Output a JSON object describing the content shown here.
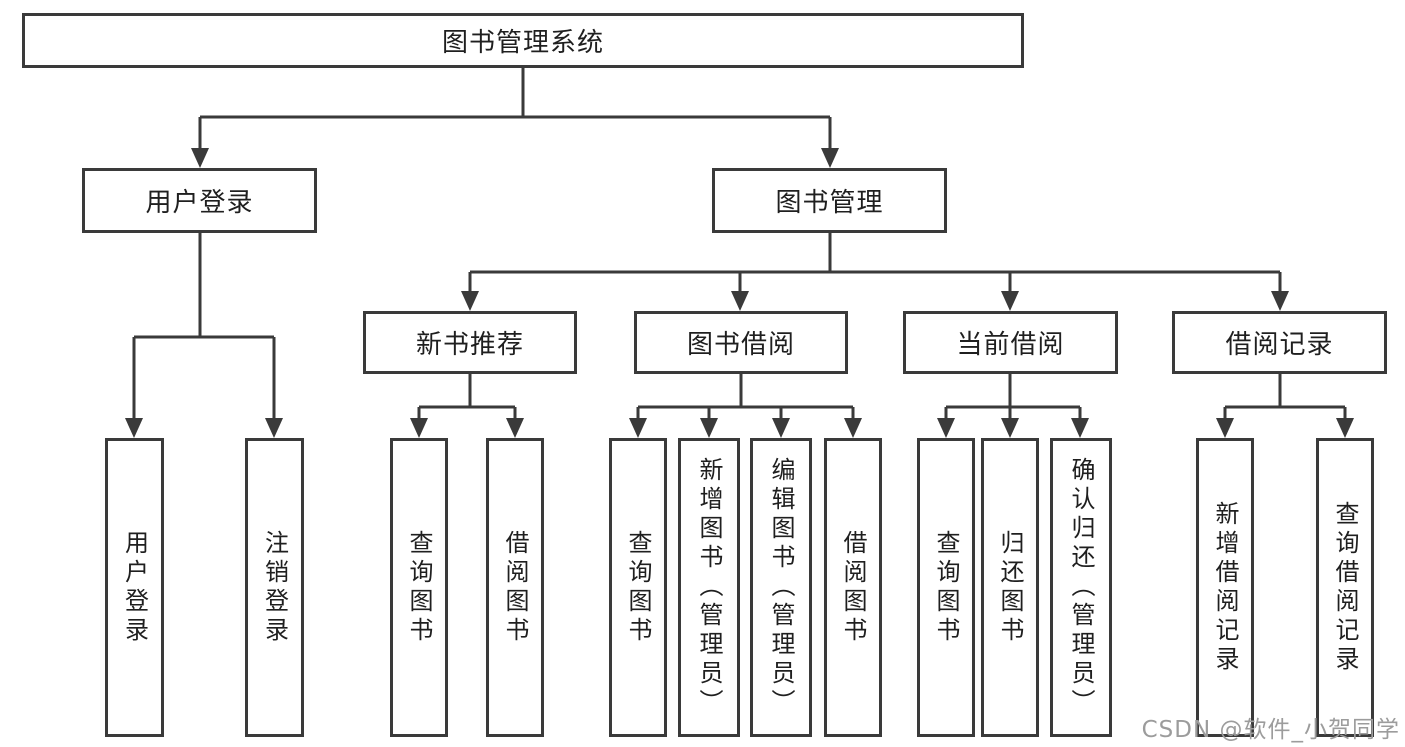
{
  "watermark": {
    "text": "CSDN @软件_小贺同学"
  },
  "colors": {
    "line": "#3a3a3a",
    "text": "#1f1f1f",
    "background": "#ffffff",
    "watermark": "#9c9c9c"
  },
  "tree": {
    "root": {
      "label": "图书管理系统"
    },
    "branches": [
      {
        "label": "用户登录",
        "children": [
          {
            "label": "用户登录"
          },
          {
            "label": "注销登录"
          }
        ]
      },
      {
        "label": "图书管理",
        "children": [
          {
            "label": "新书推荐",
            "children": [
              {
                "label": "查询图书"
              },
              {
                "label": "借阅图书"
              }
            ]
          },
          {
            "label": "图书借阅",
            "children": [
              {
                "label": "查询图书"
              },
              {
                "label": "新增图书（管理员）"
              },
              {
                "label": "编辑图书（管理员）"
              },
              {
                "label": "借阅图书"
              }
            ]
          },
          {
            "label": "当前借阅",
            "children": [
              {
                "label": "查询图书"
              },
              {
                "label": "归还图书"
              },
              {
                "label": "确认归还（管理员）"
              }
            ]
          },
          {
            "label": "借阅记录",
            "children": [
              {
                "label": "新增借阅记录"
              },
              {
                "label": "查询借阅记录"
              }
            ]
          }
        ]
      }
    ]
  }
}
